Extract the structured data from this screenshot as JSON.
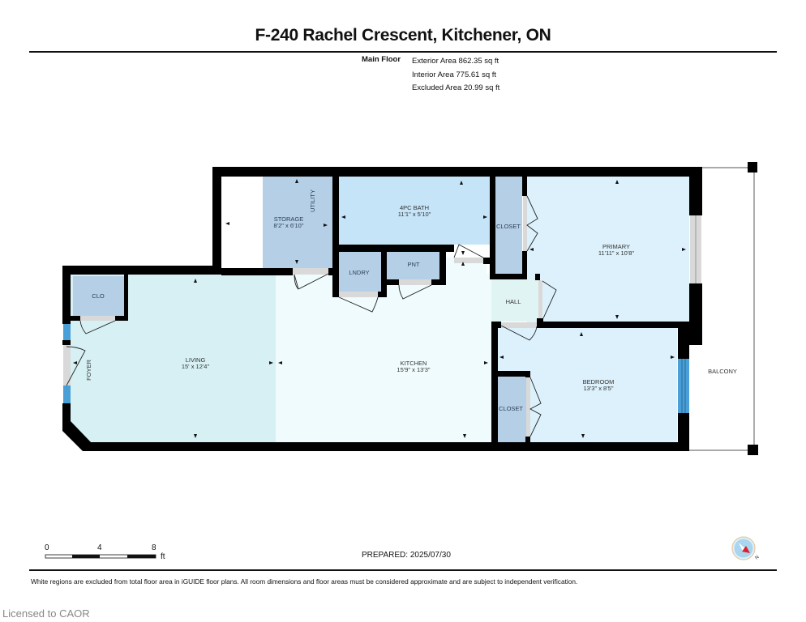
{
  "header": {
    "title": "F-240 Rachel Crescent, Kitchener, ON"
  },
  "areas": {
    "floor_name": "Main Floor",
    "lines": [
      "Exterior Area 862.35 sq ft",
      "Interior Area 775.61 sq ft",
      "Excluded Area 20.99 sq ft"
    ]
  },
  "rooms": [
    {
      "id": "storage",
      "name": "STORAGE",
      "dims": "8'2\" x 6'10\""
    },
    {
      "id": "utility",
      "name": "UTILITY",
      "dims": ""
    },
    {
      "id": "bath",
      "name": "4PC BATH",
      "dims": "11'1\" x 5'10\""
    },
    {
      "id": "closet1",
      "name": "CLOSET",
      "dims": ""
    },
    {
      "id": "primary",
      "name": "PRIMARY",
      "dims": "11'11\" x 10'8\""
    },
    {
      "id": "clo",
      "name": "CLO",
      "dims": ""
    },
    {
      "id": "lndry",
      "name": "LNDRY",
      "dims": ""
    },
    {
      "id": "pnt",
      "name": "PNT",
      "dims": ""
    },
    {
      "id": "hall",
      "name": "HALL",
      "dims": ""
    },
    {
      "id": "living",
      "name": "LIVING",
      "dims": "15' x 12'4\""
    },
    {
      "id": "foyer",
      "name": "FOYER",
      "dims": ""
    },
    {
      "id": "kitchen",
      "name": "KITCHEN",
      "dims": "15'9\" x 13'3\""
    },
    {
      "id": "bedroom",
      "name": "BEDROOM",
      "dims": "13'3\" x 8'5\""
    },
    {
      "id": "closet2",
      "name": "CLOSET",
      "dims": ""
    },
    {
      "id": "balcony",
      "name": "BALCONY",
      "dims": ""
    }
  ],
  "colors": {
    "wall": "#000000",
    "closet_blue": "#b5d0e6",
    "bath_blue": "#c5e4f8",
    "bedroom_blue": "#dcf1fc",
    "living_teal": "#d6f0f3",
    "kitchen_mint": "#effbfc",
    "hall_teal": "#dff4f3",
    "window_blue": "#4a9fd6",
    "door_gray": "#d9d9d9",
    "compass_red": "#d9202b"
  },
  "scale": {
    "ticks": [
      "0",
      "4",
      "8"
    ],
    "unit": "ft"
  },
  "prepared": "PREPARED: 2025/07/30",
  "footnote": "White regions are excluded from total floor area in iGUIDE floor plans. All room dimensions and floor areas must be considered approximate and are subject to independent verification.",
  "license": "Licensed to CAOR"
}
